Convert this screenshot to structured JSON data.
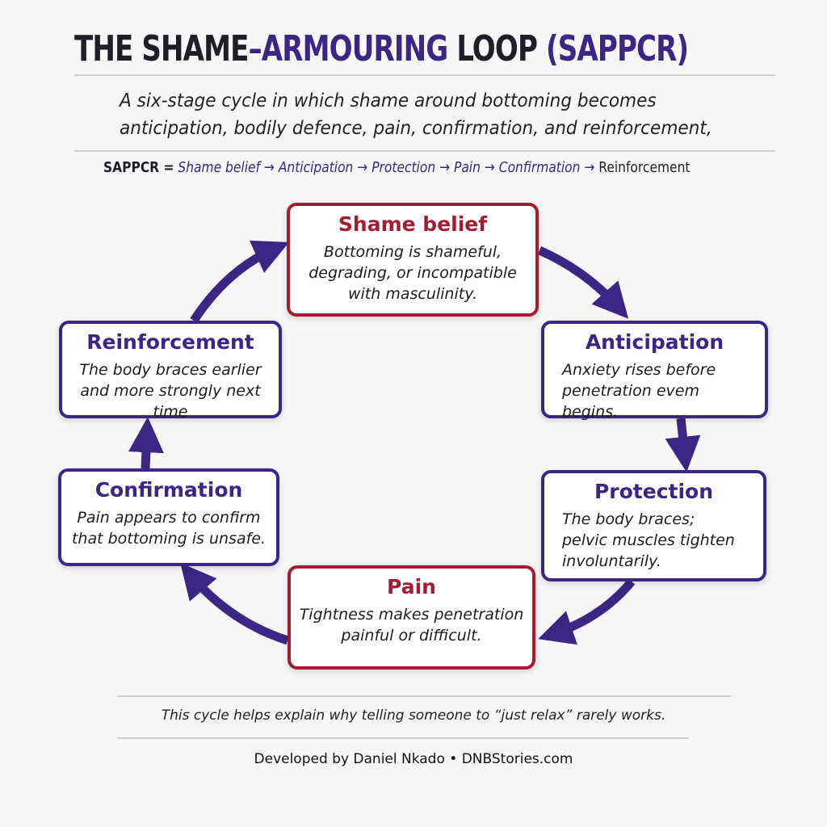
{
  "header": {
    "title_parts": [
      "THE SHAME",
      "–ARMOURING",
      " LOOP",
      " (SAPPCR)"
    ],
    "subtitle_line1": "A six-stage cycle in which shame around bottoming becomes",
    "subtitle_line2": "anticipation, bodily defence, pain, confirmation, and reinforcement,",
    "acronym_key": "SAPPCR =",
    "acronym_steps": [
      "Shame belief",
      "Anticipation",
      "Protection",
      "Pain",
      "Confirmation",
      "Reinforcement"
    ],
    "arrow_glyph": "→"
  },
  "stages": [
    {
      "title": "Shame belief",
      "text": [
        "Bottoming is shameful,",
        "degrading, or incompatible",
        "with masculinity."
      ],
      "color": "#a51c30"
    },
    {
      "title": "Anticipation",
      "text": [
        "Anxiety rises before",
        "penetration evem begins."
      ],
      "color": "#3b2585"
    },
    {
      "title": "Protection",
      "text": [
        "The body braces;",
        "pelvic muscles tighten",
        "involuntarily."
      ],
      "color": "#3b2585"
    },
    {
      "title": "Pain",
      "text": [
        "Tightness makes penetration",
        "painful or difficult."
      ],
      "color": "#a51c30"
    },
    {
      "title": "Confirmation",
      "text": [
        "Pain appears to confirm",
        "that bottoming is unsafe."
      ],
      "color": "#3b2585"
    },
    {
      "title": "Reinforcement",
      "text": [
        "The body braces earlier",
        "and more strongly next time"
      ],
      "color": "#3b2585"
    }
  ],
  "footer": {
    "note": "This cycle helps explain why telling someone to “just relax” rarely works.",
    "credit": "Developed by Daniel Nkado • DNBStories.com"
  },
  "colors": {
    "purple": "#3b2585",
    "red": "#a51c30",
    "background": "#f7f7f7"
  }
}
